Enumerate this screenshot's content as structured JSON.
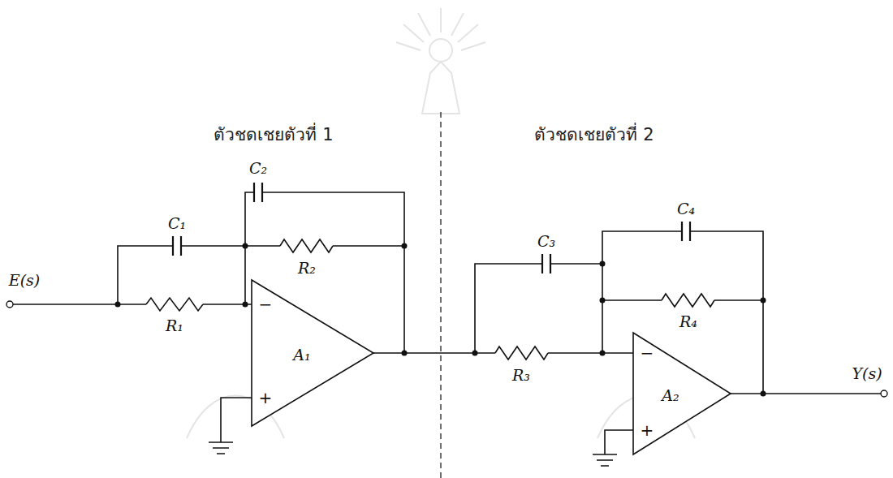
{
  "diagram": {
    "labels": [
      "ตัวชดเชยตัวที่ 1",
      "ตัวชดเชยตัวที่ 2",
      "C₂",
      "C₁",
      "R₂",
      "E(s)",
      "R₁",
      "−",
      "A₁",
      "+",
      "C₄",
      "C₃",
      "R₄",
      "R₃",
      "−",
      "A₂",
      "+",
      "Y(s)"
    ]
  }
}
